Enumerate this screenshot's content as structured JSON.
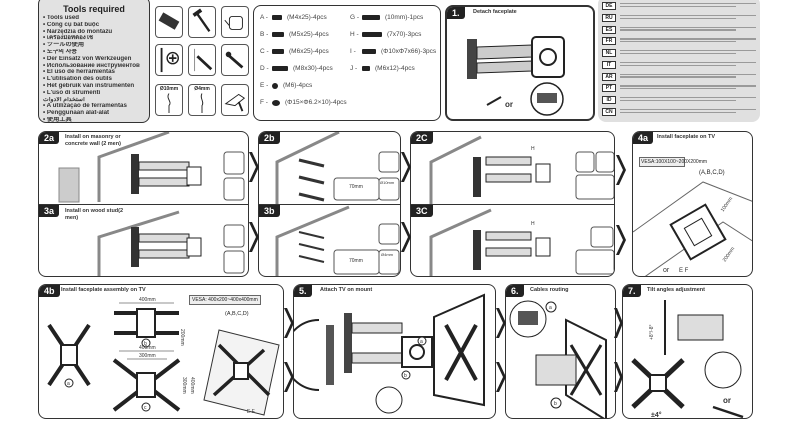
{
  "tools": {
    "title": "Tools required",
    "items": [
      "Tools used",
      "Công cụ bắt buộc",
      "Narzędzia do montażu",
      "เครื่องมือที่ต้องใช้",
      "ツールの使用",
      "도구의 사용",
      "Der Einsatz von Werkzeugen",
      "Использование инструментов",
      "El uso de herramientas",
      "L'utilisation des outils",
      "Het gebruik van instrumenten",
      "L'uso di strumenti",
      "استخدام الأدوات",
      "A utilização de ferramentas",
      "Penggunaan alat-alat",
      "使用工具"
    ],
    "drill_bits": [
      "Ø10mm",
      "Ø4mm"
    ]
  },
  "parts": [
    {
      "key": "A -",
      "spec": "(M4x25)-4pcs"
    },
    {
      "key": "B -",
      "spec": "(M5x25)-4pcs"
    },
    {
      "key": "C -",
      "spec": "(M6x25)-4pcs"
    },
    {
      "key": "D -",
      "spec": "(M8x30)-4pcs"
    },
    {
      "key": "E -",
      "spec": "(M6)-4pcs"
    },
    {
      "key": "F -",
      "spec": "(Φ15×Φ6.2×10)-4pcs"
    },
    {
      "key": "G -",
      "spec": "(10mm)-1pcs"
    },
    {
      "key": "H -",
      "spec": "(7x70)-3pcs"
    },
    {
      "key": "I -",
      "spec": "(Φ10xΦ7x66)-3pcs"
    },
    {
      "key": "J -",
      "spec": "(M6x12)-4pcs"
    }
  ],
  "steps": {
    "s1": {
      "tag": "1.",
      "title": "Detach faceplate",
      "or": "or"
    },
    "s2a": {
      "tag": "2a",
      "title": "Install on masonry or concrete wall (2 men)"
    },
    "s3a": {
      "tag": "3a",
      "title": "Install on wood stud(2 men)"
    },
    "s2b": {
      "tag": "2b",
      "dim": "70mm",
      "bit": "Ø10mm"
    },
    "s3b": {
      "tag": "3b",
      "dim": "70mm",
      "bit": "Ø4mm"
    },
    "s2c": {
      "tag": "2C",
      "label": "H"
    },
    "s3c": {
      "tag": "3C",
      "label": "H"
    },
    "s4a": {
      "tag": "4a",
      "title": "Install faceplate on TV",
      "vesa": "VESA:100X100~200X200mm",
      "screws": "(A,B,C,D)",
      "dim1": "100mm",
      "dim2": "200mm",
      "or": "or",
      "ef": "E F"
    },
    "s4b": {
      "tag": "4b",
      "title": "Install faceplate assembly on TV",
      "vesa": "VESA: 400x200~400x400mm",
      "screws": "(A,B,C,D)",
      "d1": "400mm",
      "d2": "200mm",
      "d3": "400mm",
      "d4": "300mm",
      "d5": "300mm",
      "d6": "400mm",
      "a": "a",
      "b": "b",
      "c": "c",
      "ef": "E F"
    },
    "s5": {
      "tag": "5.",
      "title": "Attach TV on mount",
      "a": "a",
      "b": "b"
    },
    "s6": {
      "tag": "6.",
      "title": "Cables routing",
      "a": "a",
      "b": "b"
    },
    "s7": {
      "tag": "7.",
      "title": "Tilt angles adjustment",
      "tilt": "+8°/-8°",
      "rot": "±4°",
      "or": "or"
    }
  },
  "disclaimer": {
    "codes": [
      "DE",
      "RU",
      "ES",
      "FR",
      "NL",
      "IT",
      "AR",
      "PT",
      "ID",
      "CN"
    ]
  }
}
